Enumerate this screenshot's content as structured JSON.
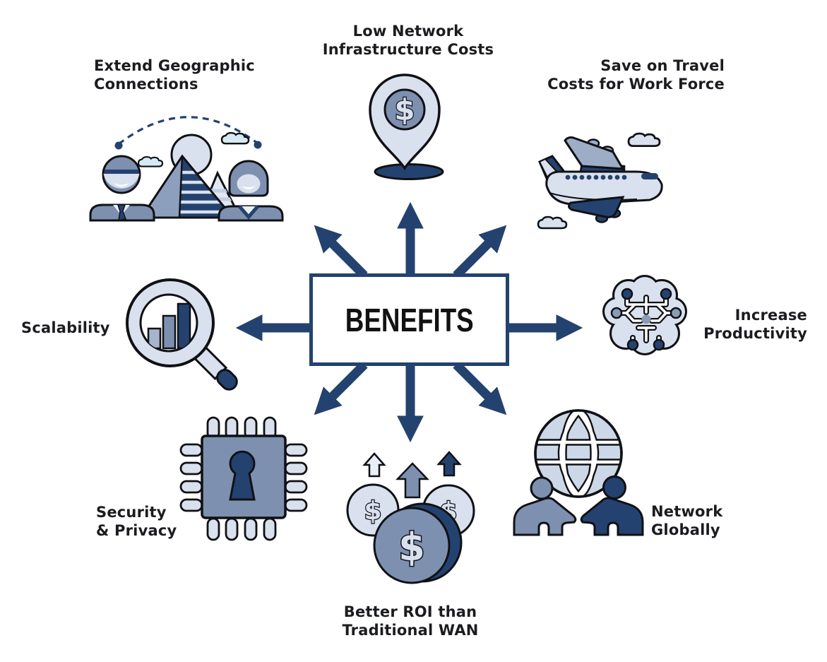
{
  "diagram": {
    "title": "BENEFITS",
    "dollar_sign": "$",
    "benefits": [
      {
        "id": "extend-geographic",
        "label": "Extend Geographic\nConnections",
        "position": "top-left",
        "icon": "people-pyramids-connection-icon"
      },
      {
        "id": "low-network",
        "label": "Low Network\nInfrastructure Costs",
        "position": "top",
        "icon": "dollar-location-pin-icon"
      },
      {
        "id": "save-travel",
        "label": "Save on Travel\nCosts for Work Force",
        "position": "top-right",
        "icon": "airplane-icon"
      },
      {
        "id": "scalability",
        "label": "Scalability",
        "position": "left",
        "icon": "magnifier-bar-chart-icon"
      },
      {
        "id": "increase-productivity",
        "label": "Increase\nProductivity",
        "position": "right",
        "icon": "brain-circuit-icon"
      },
      {
        "id": "security-privacy",
        "label": "Security\n& Privacy",
        "position": "bottom-left",
        "icon": "chip-keyhole-icon"
      },
      {
        "id": "better-roi",
        "label": "Better ROI than\nTraditional WAN",
        "position": "bottom",
        "icon": "coins-growth-icon"
      },
      {
        "id": "network-globally",
        "label": "Network\nGlobally",
        "position": "bottom-right",
        "icon": "globe-handshake-icon"
      }
    ],
    "palette": {
      "navy": "#24426f",
      "slate": "#7d90b0",
      "light": "#d9e1ef",
      "pale": "#eaeff7",
      "cyan": "#d6eaf5",
      "globe_light": "#ccd8e8",
      "bar_light": "#a7b4cd",
      "wing_gray": "#9dadc7",
      "pyramid_face": "#8ca0be",
      "outline": "#101114",
      "label_text": "#1b1c1f",
      "background": "#ffffff"
    }
  }
}
